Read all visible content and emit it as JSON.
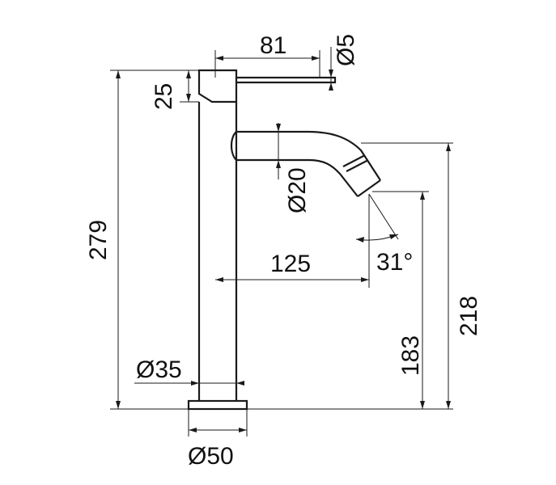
{
  "dimensions": {
    "lever_length": "81",
    "lever_diameter": "Ø5",
    "handle_height": "25",
    "total_height": "279",
    "spout_diameter": "Ø20",
    "spout_reach": "125",
    "spout_angle": "31°",
    "outlet_height": "183",
    "spout_top_height": "218",
    "body_diameter": "Ø35",
    "base_diameter": "Ø50"
  }
}
